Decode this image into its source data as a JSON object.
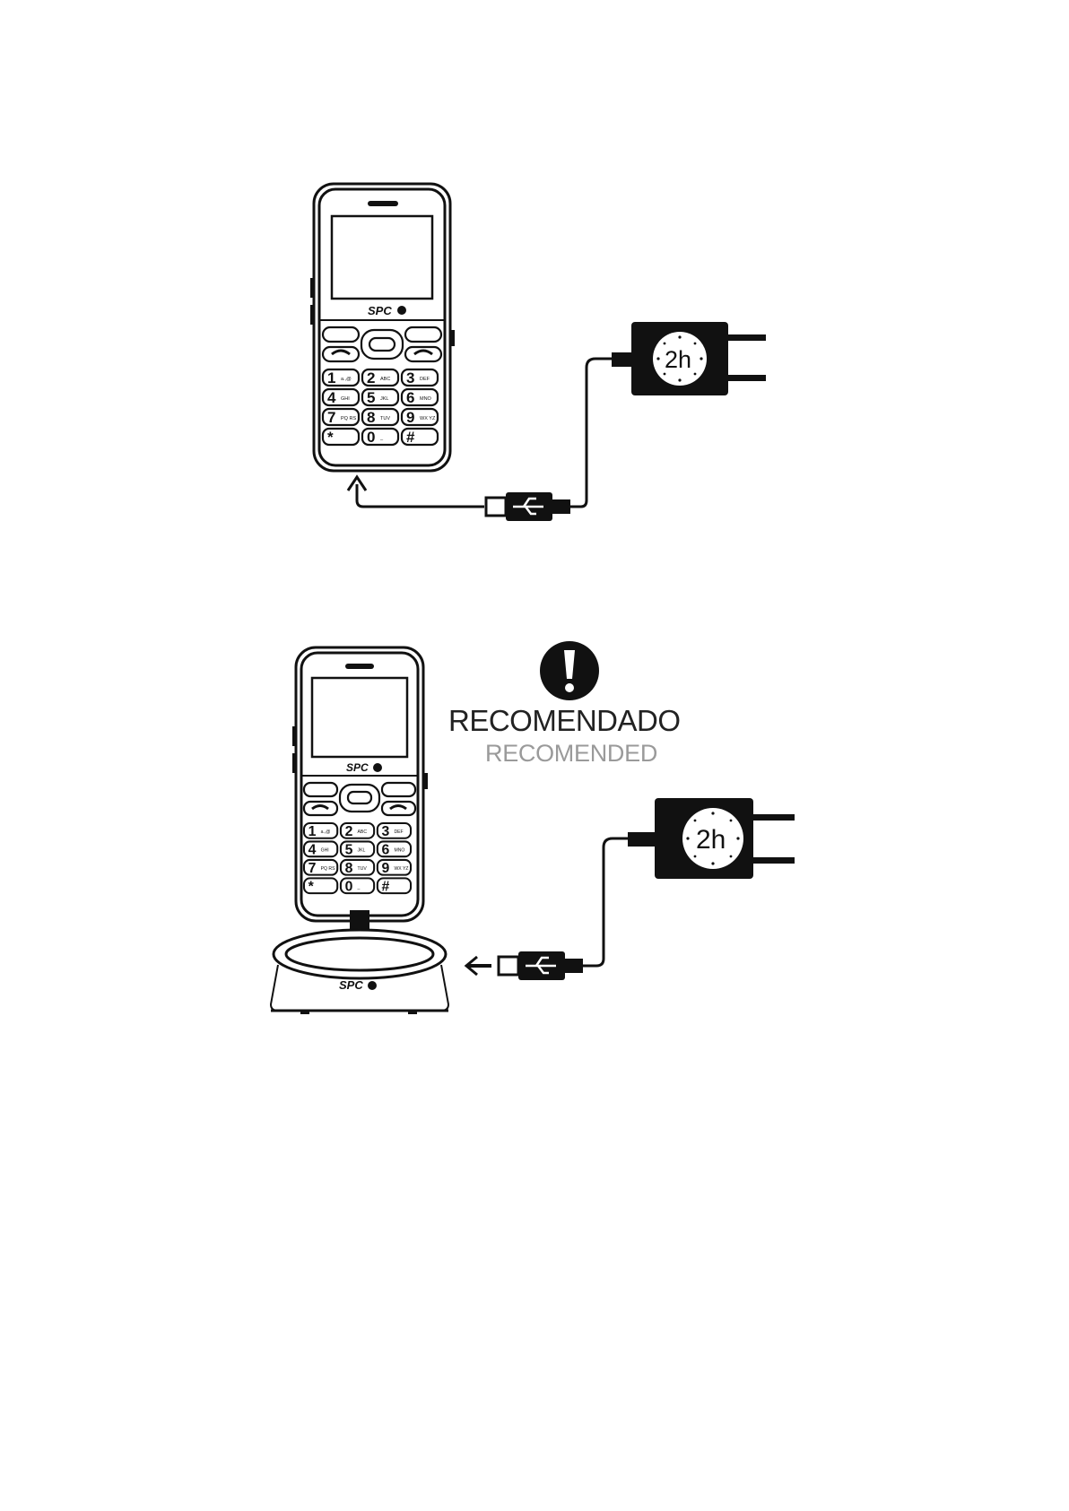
{
  "brand": "SPC",
  "charger_label": "2h",
  "keypad": [
    {
      "num": "1",
      "sub": "a.,@"
    },
    {
      "num": "2",
      "sub": "ABC"
    },
    {
      "num": "3",
      "sub": "DEF"
    },
    {
      "num": "4",
      "sub": "GHI"
    },
    {
      "num": "5",
      "sub": "JKL"
    },
    {
      "num": "6",
      "sub": "MNO"
    },
    {
      "num": "7",
      "sub": "PQ RS"
    },
    {
      "num": "8",
      "sub": "TUV"
    },
    {
      "num": "9",
      "sub": "WX YZ"
    },
    {
      "num": "*",
      "sub": ""
    },
    {
      "num": "0",
      "sub": "_"
    },
    {
      "num": "#",
      "sub": ""
    }
  ],
  "warning": {
    "icon": "exclamation-icon",
    "recommended_es": "RECOMENDADO",
    "recommended_en": "RECOMENDED"
  },
  "colors": {
    "ink": "#111111",
    "secondary_text": "#9a9a9a"
  }
}
